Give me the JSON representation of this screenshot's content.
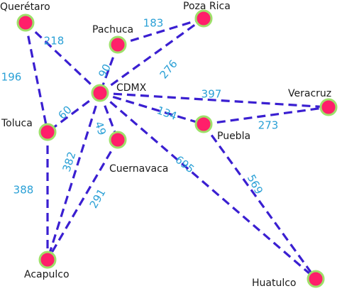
{
  "colors": {
    "edge": "#3a1fd1",
    "node_fill": "#ff1f6a",
    "node_stroke": "#9ee06a",
    "weight_text": "#2aa0d6",
    "city_text": "#1a1a1a"
  },
  "nodes": [
    {
      "id": "queretaro",
      "label": "Querétaro"
    },
    {
      "id": "pachuca",
      "label": "Pachuca"
    },
    {
      "id": "pozarica",
      "label": "Poza Rica"
    },
    {
      "id": "cdmx",
      "label": "CDMX"
    },
    {
      "id": "veracruz",
      "label": "Veracruz"
    },
    {
      "id": "toluca",
      "label": "Toluca"
    },
    {
      "id": "puebla",
      "label": "Puebla"
    },
    {
      "id": "cuernavaca",
      "label": "Cuernavaca"
    },
    {
      "id": "acapulco",
      "label": "Acapulco"
    },
    {
      "id": "huatulco",
      "label": "Huatulco"
    }
  ],
  "edges": [
    {
      "from": "queretaro",
      "to": "cdmx",
      "weight": "218"
    },
    {
      "from": "queretaro",
      "to": "toluca",
      "weight": "196"
    },
    {
      "from": "pachuca",
      "to": "pozarica",
      "weight": "183"
    },
    {
      "from": "pachuca",
      "to": "cdmx",
      "weight": "90"
    },
    {
      "from": "cdmx",
      "to": "pozarica",
      "weight": "276"
    },
    {
      "from": "cdmx",
      "to": "toluca",
      "weight": "60"
    },
    {
      "from": "cdmx",
      "to": "veracruz",
      "weight": "397"
    },
    {
      "from": "cdmx",
      "to": "puebla",
      "weight": "134"
    },
    {
      "from": "cdmx",
      "to": "cuernavaca",
      "weight": "49"
    },
    {
      "from": "cdmx",
      "to": "huatulco",
      "weight": "695"
    },
    {
      "from": "cdmx",
      "to": "acapulco",
      "weight": "382"
    },
    {
      "from": "puebla",
      "to": "veracruz",
      "weight": "273"
    },
    {
      "from": "puebla",
      "to": "huatulco",
      "weight": "569"
    },
    {
      "from": "cuernavaca",
      "to": "acapulco",
      "weight": "291"
    },
    {
      "from": "toluca",
      "to": "acapulco",
      "weight": "388"
    }
  ]
}
